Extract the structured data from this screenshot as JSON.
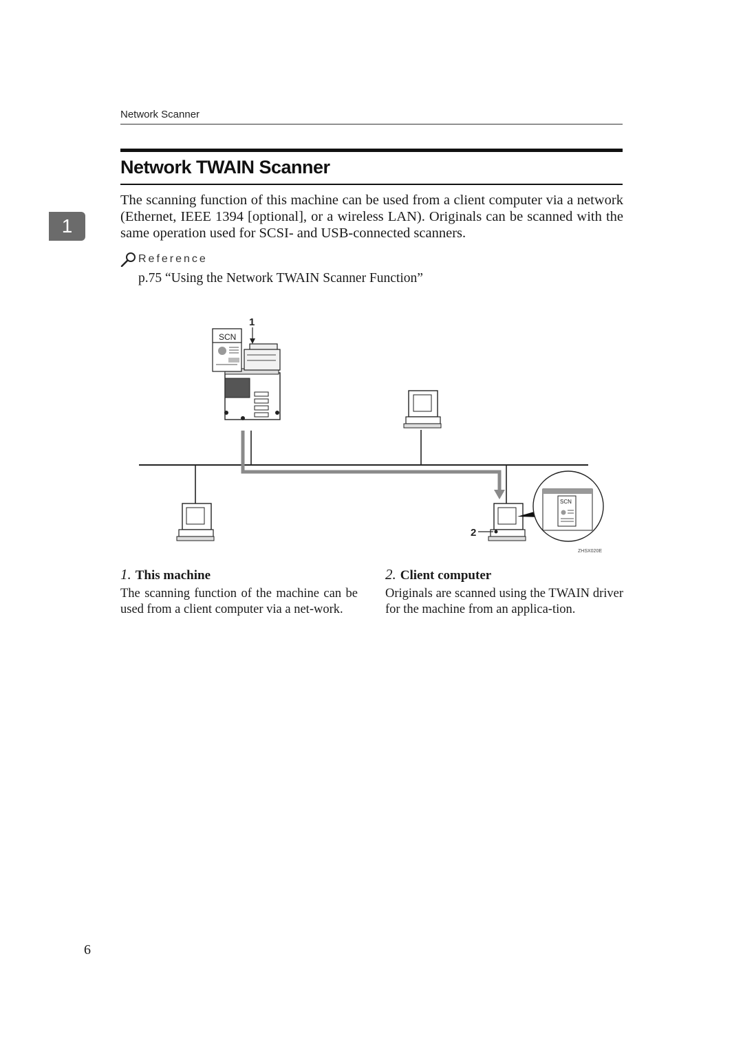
{
  "running_header": "Network Scanner",
  "title": "Network TWAIN Scanner",
  "chapter_tab": "1",
  "intro": "The scanning function of this machine can be used from a client computer via a network (Ethernet, IEEE 1394 [optional], or a wireless LAN). Originals can be scanned with the same operation used for SCSI- and USB-connected scanners.",
  "reference": {
    "heading": "Reference",
    "text": "p.75 “Using the Network TWAIN Scanner Function”"
  },
  "diagram": {
    "callout_1": "1",
    "callout_2": "2",
    "scn_label_machine": "SCN",
    "scn_label_screen": "SCN",
    "figure_code": "ZHSX020E"
  },
  "items": [
    {
      "num": "1.",
      "title": "This machine",
      "body": "The scanning function of the machine can be used from a client computer via a net-work."
    },
    {
      "num": "2.",
      "title": "Client computer",
      "body": "Originals are scanned using the TWAIN driver for the machine from an applica-tion."
    }
  ],
  "page_number": "6"
}
